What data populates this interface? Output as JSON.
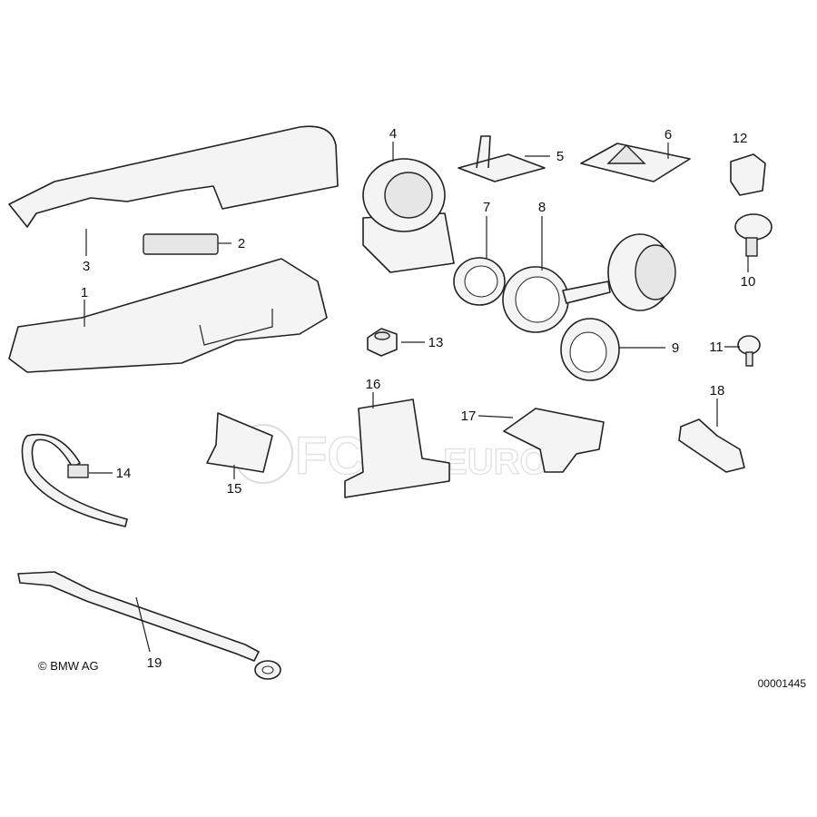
{
  "diagram": {
    "labels": [
      "1",
      "2",
      "3",
      "4",
      "5",
      "6",
      "7",
      "8",
      "9",
      "10",
      "11",
      "12",
      "13",
      "14",
      "15",
      "16",
      "17",
      "18",
      "19"
    ],
    "copyright": "© BMW AG",
    "document_id": "00001445",
    "watermark": "FCP EURO"
  }
}
